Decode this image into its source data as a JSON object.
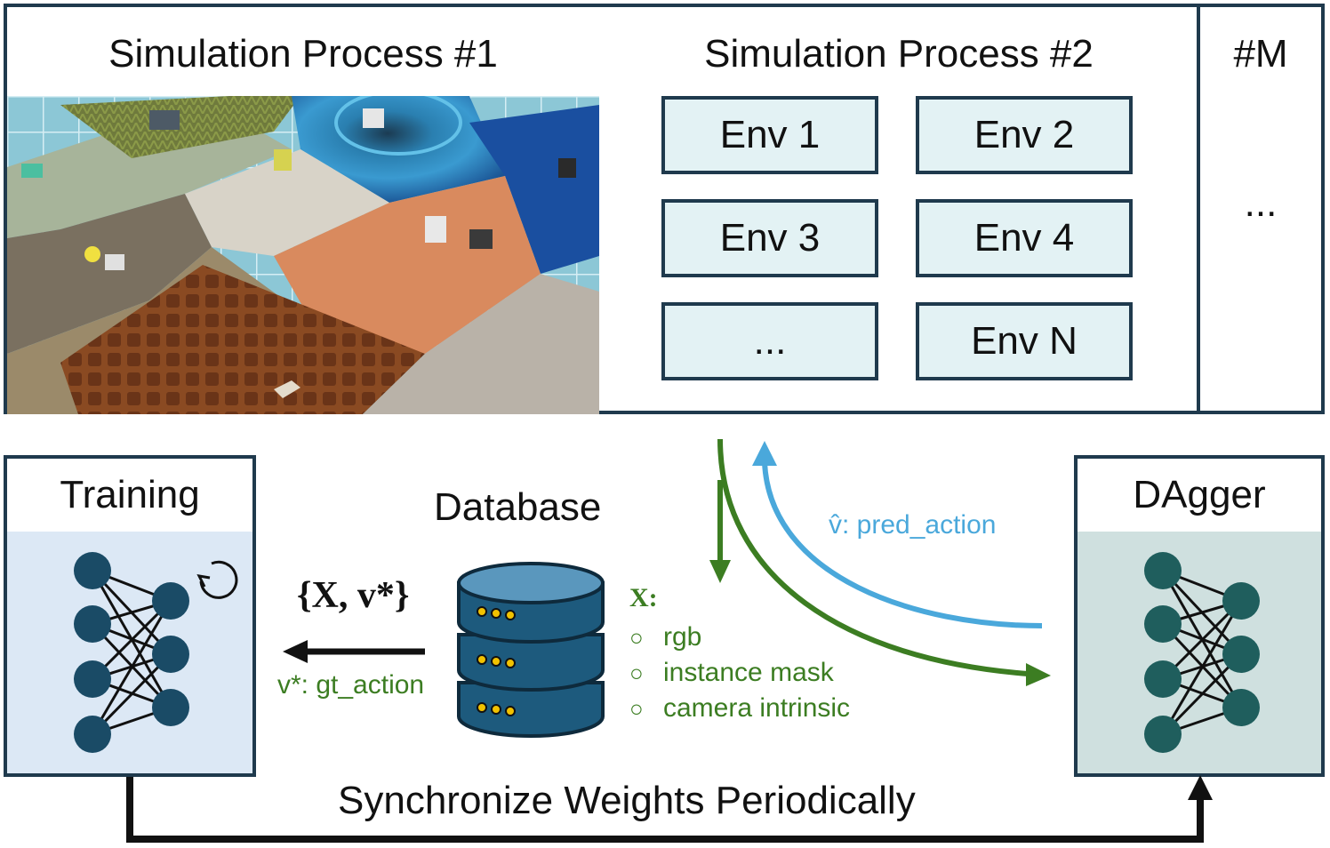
{
  "sim1": {
    "title": "Simulation Process #1"
  },
  "sim2": {
    "title": "Simulation Process #2",
    "envs": [
      "Env 1",
      "Env 2",
      "Env 3",
      "Env 4",
      "...",
      "Env N"
    ]
  },
  "simM": {
    "title": "#M",
    "ellipsis": "..."
  },
  "training": {
    "title": "Training"
  },
  "dagger": {
    "title": "DAgger"
  },
  "database": {
    "title": "Database",
    "set_label": "{X, v*}",
    "gt_action": "v*: gt_action"
  },
  "observations": {
    "heading": "X:",
    "items": [
      "rgb",
      "instance mask",
      "camera intrinsic"
    ],
    "bullet": "○"
  },
  "pred": {
    "label": "v̂: pred_action"
  },
  "sync": {
    "label": "Synchronize Weights Periodically"
  },
  "colors": {
    "border": "#1f3a4d",
    "env_fill": "#e3f2f4",
    "training_fill": "#dce8f5",
    "training_node": "#1a4b66",
    "dagger_fill": "#cfe0df",
    "dagger_node": "#1f5e5d",
    "db_blue": "#1d5a7d",
    "green": "#3c7d22",
    "light_blue": "#4aa8db"
  },
  "icons": [
    "refresh-icon",
    "database-icon",
    "neural-network-icon"
  ]
}
